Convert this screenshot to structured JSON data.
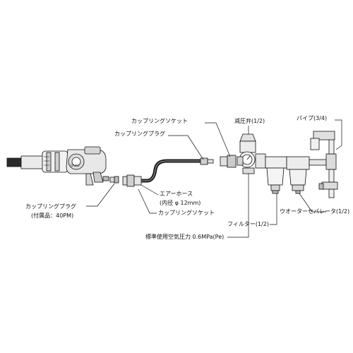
{
  "labels": {
    "coupling_socket_top": "カップリングソケット",
    "coupling_plug_top": "カップリングプラグ",
    "pressure_reducer": "減圧弁(1/2)",
    "pipe": "パイプ(3/4)",
    "air_hose": "エアーホース",
    "air_hose_spec": "(内径 φ 12mm)",
    "coupling_socket_bottom": "カップリングソケット",
    "coupling_plug_bottom": "カップリングプラグ",
    "coupling_plug_accessory": "(付属品：40PM)",
    "water_separator": "ウオーターセパレータ(1/2)",
    "filter": "フィルター(1/2)",
    "standard_pressure": "標準使用空気圧力 0.6MPa(Pe)"
  },
  "tool_brand": "DAIKO",
  "colors": {
    "line": "#111111",
    "body_fill": "#f4f4f4",
    "dark_fill": "#222222",
    "hose": "#1a1a1a"
  }
}
